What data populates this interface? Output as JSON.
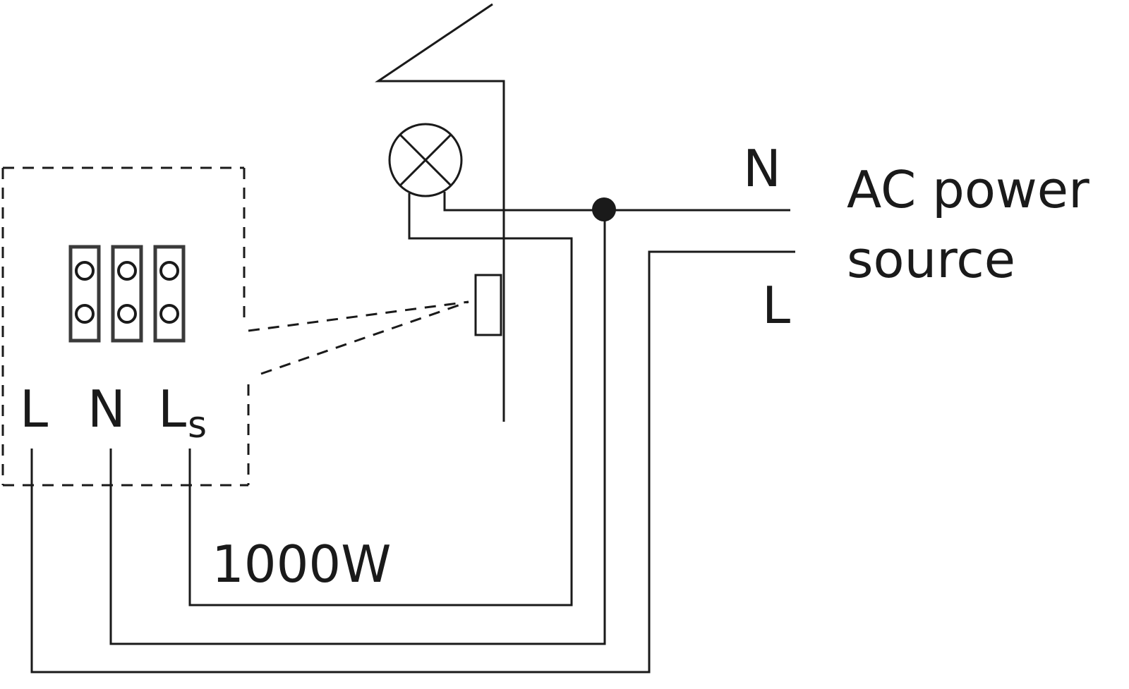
{
  "diagram": {
    "source": {
      "label_line1": "AC power",
      "label_line2": "source",
      "neutral": "N",
      "line": "L"
    },
    "controller": {
      "terminal_l": "L",
      "terminal_n": "N",
      "terminal_ls_main": "L",
      "terminal_ls_sub": "s"
    },
    "load": {
      "rating": "1000W"
    }
  }
}
